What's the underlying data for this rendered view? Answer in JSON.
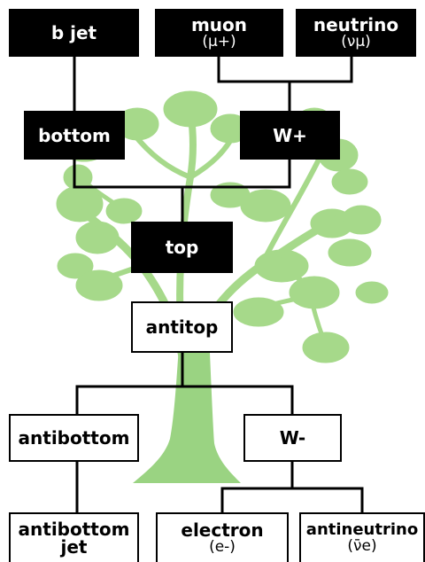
{
  "colors": {
    "tree": "#a6d98a",
    "trunk": "#9ad382",
    "line": "#000000",
    "dark_box": "#000000",
    "light_box": "#ffffff"
  },
  "nodes": {
    "bjet": {
      "label": "b jet"
    },
    "muon": {
      "label": "muon",
      "symbol": "(μ+)"
    },
    "neutrino": {
      "label": "neutrino",
      "symbol": "(νμ)"
    },
    "bottom": {
      "label": "bottom"
    },
    "wplus": {
      "label": "W+"
    },
    "top": {
      "label": "top"
    },
    "antitop": {
      "label": "antitop"
    },
    "antibottom": {
      "label": "antibottom"
    },
    "wminus": {
      "label": "W-"
    },
    "antibottom_jet": {
      "label": "antibottom",
      "label2": "jet"
    },
    "electron": {
      "label": "electron",
      "symbol": "(e-)"
    },
    "antineutrino": {
      "label": "antineutrino",
      "symbol": "(ν̄e)"
    }
  }
}
